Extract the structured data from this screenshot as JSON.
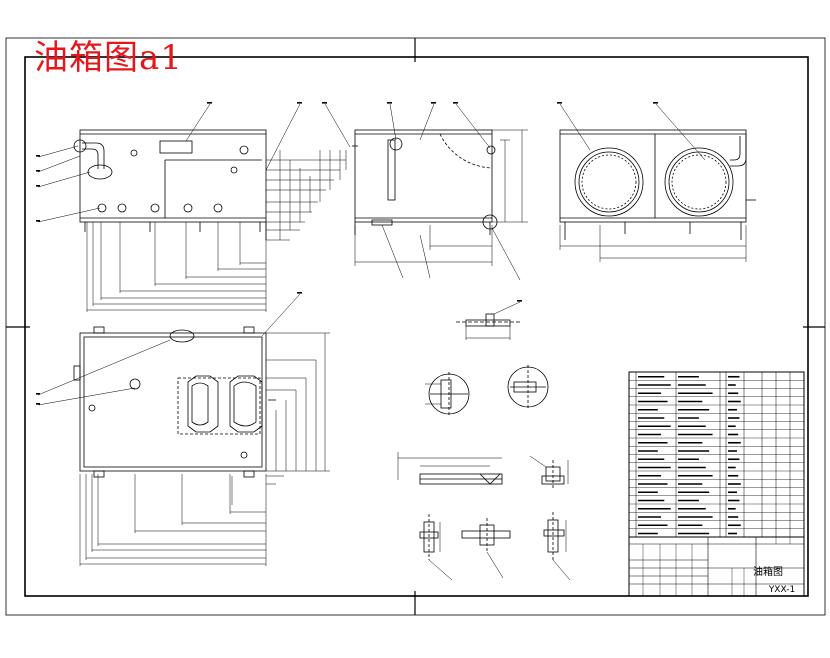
{
  "drawing": {
    "title": "油箱图a1",
    "title_color": "#e8161b",
    "line_color": "#000000"
  },
  "title_block": {
    "name": "油箱图",
    "drawing_no": "YXX-1"
  }
}
